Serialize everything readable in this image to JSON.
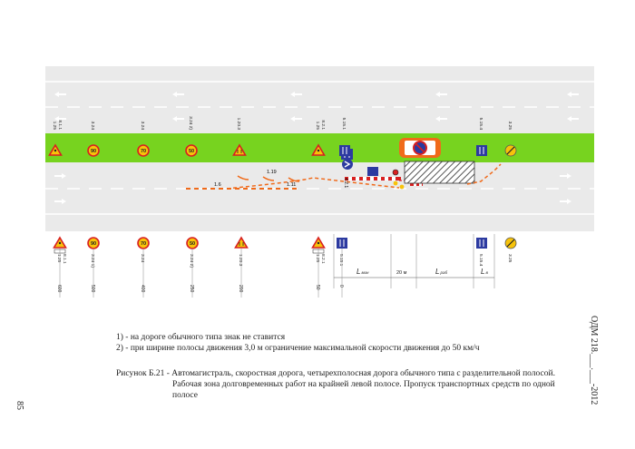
{
  "road": {
    "colors": {
      "asphalt": "#eaeaea",
      "median": "#77d31f",
      "marking": "#ffffff",
      "zone_hatch": "#555555",
      "cone": "#f06a1a",
      "sign_red": "#d82020",
      "sign_yellow": "#f7c30a",
      "sign_blue": "#2c3aa0"
    },
    "marking_labels": [
      "1.6",
      "1.11",
      "1.19"
    ],
    "signs_median": [
      {
        "code": "1.25",
        "table": "8.1.1",
        "icon": "roadworks-warning-icon"
      },
      {
        "code": "3.24",
        "icon": "speed-limit-icon",
        "value": "90"
      },
      {
        "code": "3.24",
        "icon": "speed-limit-icon",
        "value": "70"
      },
      {
        "code": "3.24",
        "note": "2)",
        "icon": "speed-limit-icon",
        "value": "50"
      },
      {
        "code": "1.20.3",
        "icon": "road-narrows-icon"
      },
      {
        "code": "1.25",
        "table": "8.2.1",
        "icon": "roadworks-warning-icon"
      },
      {
        "code": "5.15.1",
        "icon": "lane-direction-icon"
      },
      {
        "code": "5.15.4",
        "icon": "lane-direction-icon"
      },
      {
        "code": "3.25",
        "icon": "end-of-limit-icon"
      }
    ],
    "signs_bottom": [
      {
        "code": "1.25",
        "table": "8.1.1",
        "distance": "600",
        "icon": "roadworks-warning-icon"
      },
      {
        "code": "3.24",
        "note": "1)",
        "distance": "500",
        "value": "90",
        "icon": "speed-limit-icon"
      },
      {
        "code": "3.24",
        "distance": "400",
        "value": "70",
        "icon": "speed-limit-icon"
      },
      {
        "code": "3.24",
        "note": "2)",
        "distance": "250",
        "value": "50",
        "icon": "speed-limit-icon"
      },
      {
        "code": "1.20.3",
        "distance": "200",
        "icon": "road-narrows-icon"
      },
      {
        "code": "1.25",
        "table": "8.2.1",
        "distance": "50",
        "icon": "roadworks-warning-icon"
      },
      {
        "code": "5.15.1",
        "distance": "0",
        "icon": "lane-direction-icon"
      },
      {
        "code": "5.15.4",
        "icon": "lane-direction-icon"
      },
      {
        "code": "3.25",
        "icon": "end-of-limit-icon"
      }
    ],
    "in_zone_signs": [
      {
        "code": "4.2.1",
        "icon": "keep-right-icon"
      },
      {
        "code": "5.15.1",
        "icon": "lane-direction-icon"
      }
    ],
    "dimensions": [
      {
        "label": "L",
        "sub": "мин"
      },
      {
        "label": "20 м",
        "sub": ""
      },
      {
        "label": "L",
        "sub": "раб"
      },
      {
        "label": "L",
        "sub": "в"
      }
    ]
  },
  "notes": [
    "1) - на дороге обычного типа знак не ставится",
    "2) - при ширине полосы движения 3,0 м ограничение максимальной скорости движения до 50 км/ч"
  ],
  "caption": {
    "line1": "Рисунок Б.21 - Автомагистраль, скоростная дорога, четырехполосная дорога обычного типа с разделительной полосой.",
    "line2": "Рабочая зона долговременных работ на крайней левой полосе. Пропуск транспортных средств по одной",
    "line3": "полосе"
  },
  "sidebar_text": "ОДМ 218.___.___-2012",
  "page_number": "85"
}
